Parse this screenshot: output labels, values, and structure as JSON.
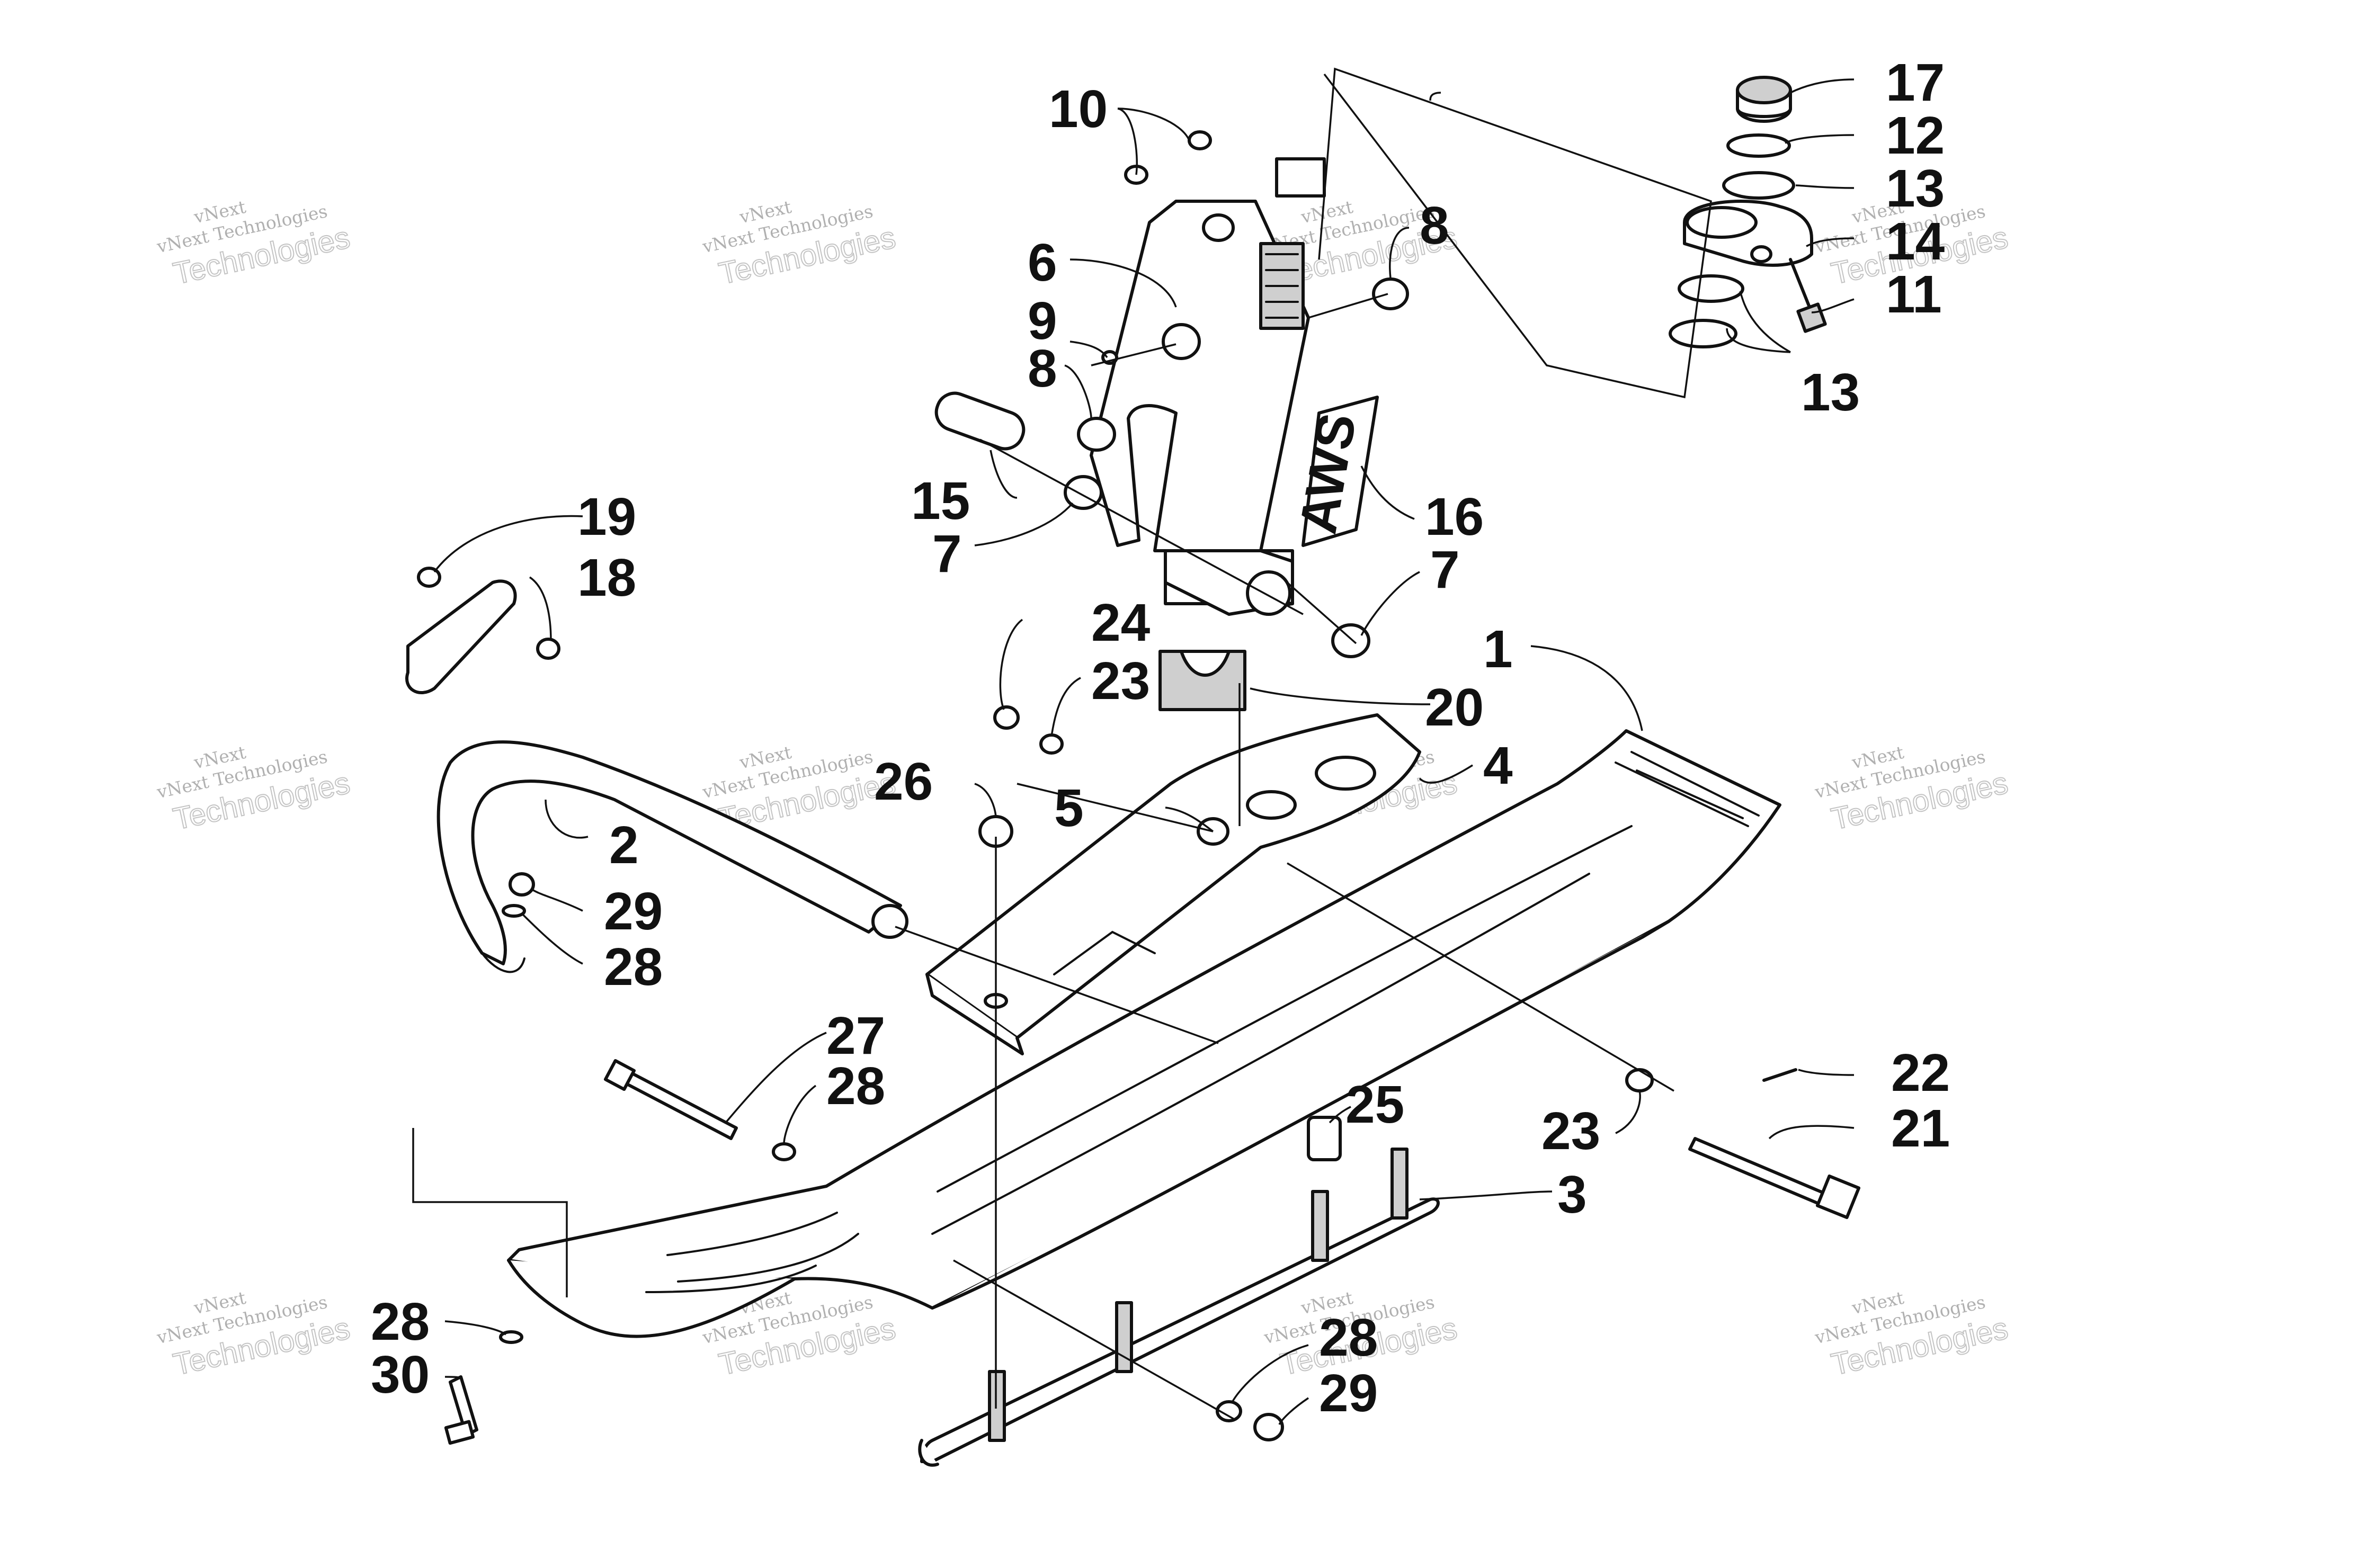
{
  "diagram": {
    "watermark": {
      "line1": "vNext",
      "line2": "vNext Technologies",
      "line3": "Technologies"
    },
    "callouts": [
      "1",
      "2",
      "3",
      "4",
      "5",
      "6",
      "7",
      "7",
      "8",
      "8",
      "9",
      "10",
      "11",
      "12",
      "13",
      "13",
      "14",
      "15",
      "16",
      "17",
      "18",
      "19",
      "20",
      "21",
      "22",
      "23",
      "23",
      "24",
      "25",
      "26",
      "27",
      "28",
      "28",
      "28",
      "28",
      "29",
      "29",
      "30"
    ],
    "decal_text": "AWS",
    "colors": {
      "ink": "#111111",
      "paper": "#ffffff",
      "watermark": "#b0b0b0"
    }
  }
}
